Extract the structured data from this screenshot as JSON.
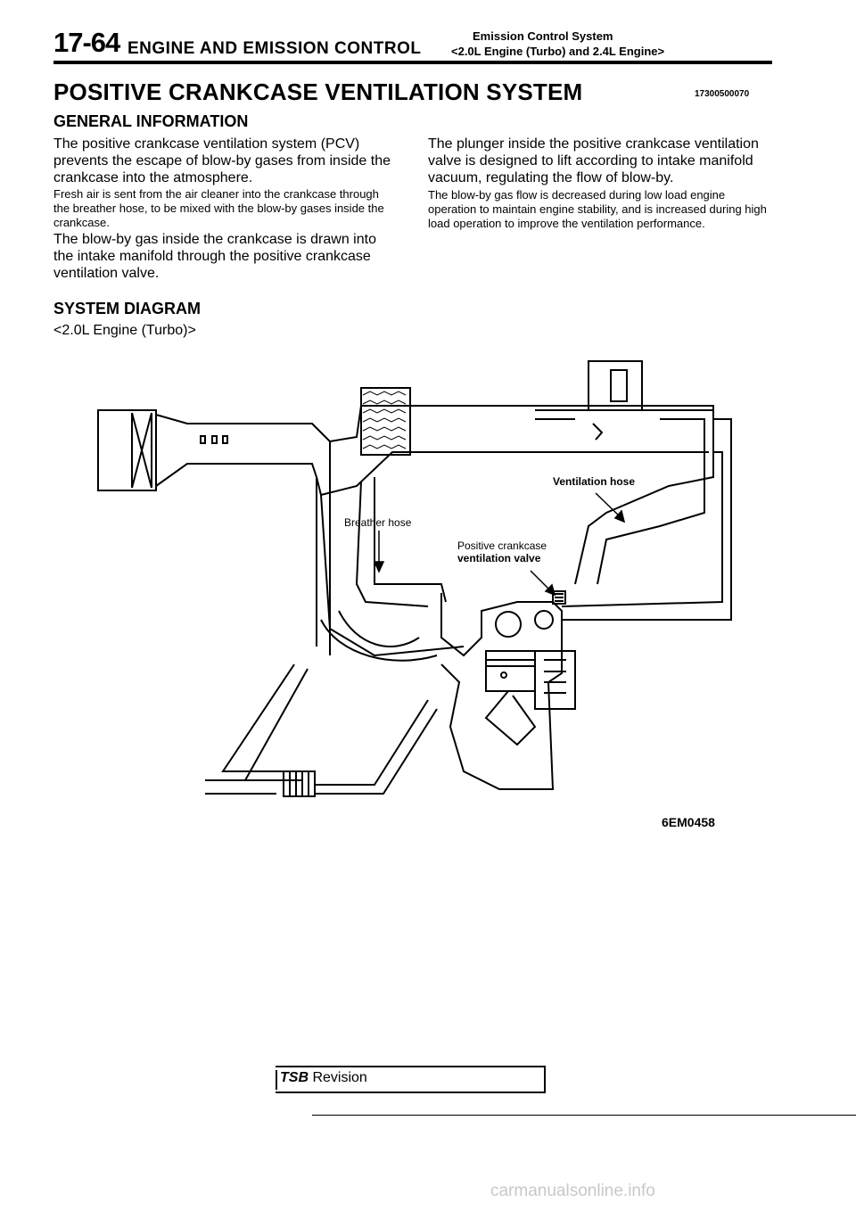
{
  "header": {
    "page_number": "17-64",
    "chapter": "ENGINE AND EMISSION CONTROL",
    "subsection": "Emission Control System",
    "applicability": "<2.0L Engine (Turbo) and 2.4L Engine>"
  },
  "title": "POSITIVE CRANKCASE VENTILATION SYSTEM",
  "doc_code": "17300500070",
  "general_info": {
    "heading": "GENERAL INFORMATION",
    "left_paragraphs": [
      "The positive crankcase ventilation system (PCV) prevents the escape of blow-by gases from inside the crankcase into the atmosphere.",
      "Fresh air is sent from the air cleaner into the crankcase through the breather hose, to be mixed with the blow-by gases inside the crankcase.",
      "The blow-by gas inside the crankcase is drawn into the intake manifold through the positive crankcase ventilation valve."
    ],
    "right_paragraphs": [
      "The plunger inside the positive crankcase ventilation valve is designed to lift according to intake manifold vacuum, regulating the flow of blow-by.",
      "The blow-by gas flow is decreased during low load engine operation to maintain engine stability, and is increased during high load operation to improve the ventilation performance."
    ]
  },
  "system_diagram": {
    "heading": "SYSTEM DIAGRAM",
    "engine_label": "<2.0L Engine (Turbo)>",
    "callouts": {
      "ventilation_hose": "Ventilation hose",
      "breather_hose": "Breather hose",
      "pcv_valve_line1": "Positive crankcase",
      "pcv_valve_line2": "ventilation valve"
    },
    "figure_id": "6EM0458"
  },
  "footer": {
    "tsb_label": "TSB",
    "revision_label": "Revision"
  },
  "watermark": "carmanualsonline.info"
}
